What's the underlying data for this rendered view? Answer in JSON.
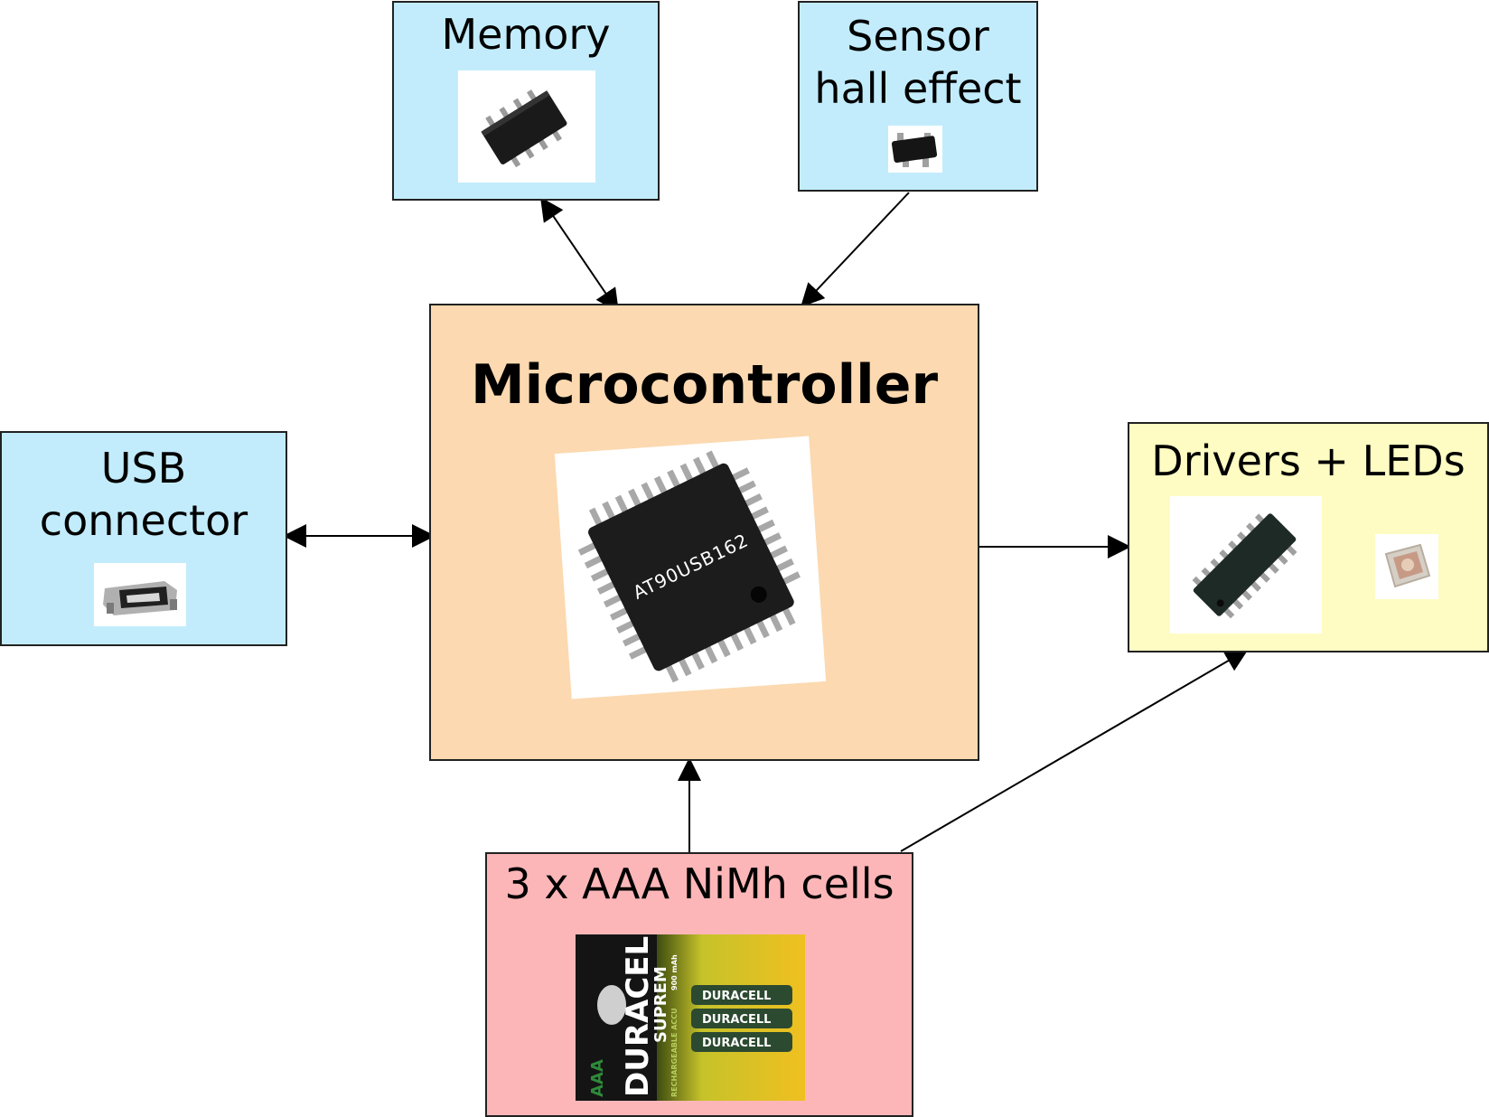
{
  "blocks": {
    "memory": {
      "label": "Memory",
      "fill": "#c2ecfc"
    },
    "sensor": {
      "label": "Sensor\nhall effect",
      "fill": "#c2ecfc"
    },
    "microcontroller": {
      "label": "Microcontroller",
      "chip_marking": "AT90USB162",
      "fill": "#fcd9b0"
    },
    "usb": {
      "label": "USB\nconnector",
      "fill": "#c2ecfc"
    },
    "drivers": {
      "label": "Drivers + LEDs",
      "fill": "#fefcc2"
    },
    "battery": {
      "label": "3 x AAA NiMh cells",
      "fill": "#fdb6b8",
      "brand": "DURACELL",
      "sub_brand": "SUPREM",
      "cell_size": "AAA",
      "capacity": "900 mAh",
      "pack_text": "RECHARGEABLE ACCU"
    }
  },
  "connections": [
    {
      "from": "memory",
      "to": "microcontroller",
      "direction": "both"
    },
    {
      "from": "sensor",
      "to": "microcontroller",
      "direction": "one-way"
    },
    {
      "from": "usb",
      "to": "microcontroller",
      "direction": "both"
    },
    {
      "from": "microcontroller",
      "to": "drivers",
      "direction": "one-way"
    },
    {
      "from": "battery",
      "to": "microcontroller",
      "direction": "one-way"
    },
    {
      "from": "battery",
      "to": "drivers",
      "direction": "one-way"
    }
  ]
}
